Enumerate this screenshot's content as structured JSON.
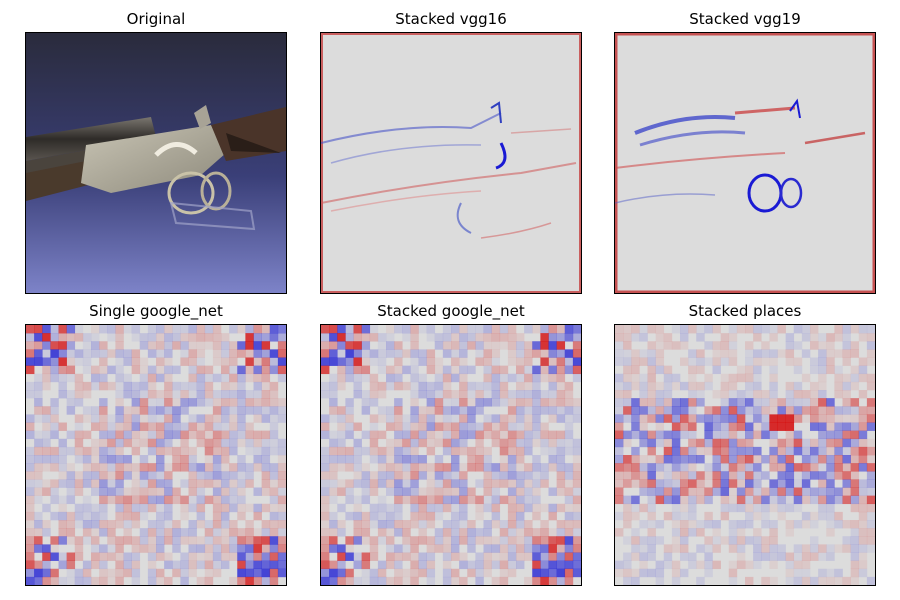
{
  "panels": [
    {
      "title": "Original",
      "kind": "photo"
    },
    {
      "title": "Stacked vgg16",
      "kind": "heatmap-fine"
    },
    {
      "title": "Stacked vgg19",
      "kind": "heatmap-fine"
    },
    {
      "title": "Single google_net",
      "kind": "heatmap-grid"
    },
    {
      "title": "Stacked google_net",
      "kind": "heatmap-grid"
    },
    {
      "title": "Stacked places",
      "kind": "heatmap-grid"
    }
  ],
  "colors": {
    "positive": "#d40000",
    "negative": "#1a1ad4",
    "neutral": "#dcdcdc",
    "photo_background": "#3b3f6e"
  }
}
